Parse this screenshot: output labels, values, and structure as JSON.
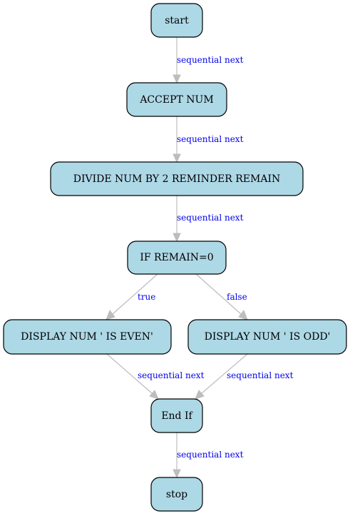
{
  "diagram": {
    "nodes": {
      "start": "start",
      "accept": "ACCEPT NUM",
      "divide": "DIVIDE NUM BY 2 REMINDER REMAIN",
      "if": "IF REMAIN=0",
      "even": "DISPLAY NUM ' IS EVEN'",
      "odd": "DISPLAY NUM ' IS ODD'",
      "endif": "End If",
      "stop": "stop"
    },
    "edges": {
      "start_accept": "sequential next",
      "accept_divide": "sequential next",
      "divide_if": "sequential next",
      "if_even": "true",
      "if_odd": "false",
      "even_endif": "sequential next",
      "odd_endif": "sequential next",
      "endif_stop": "sequential next"
    },
    "colors": {
      "node_fill": "#add8e6",
      "edge": "#bdbdbd",
      "edge_label": "#0000ee"
    }
  }
}
